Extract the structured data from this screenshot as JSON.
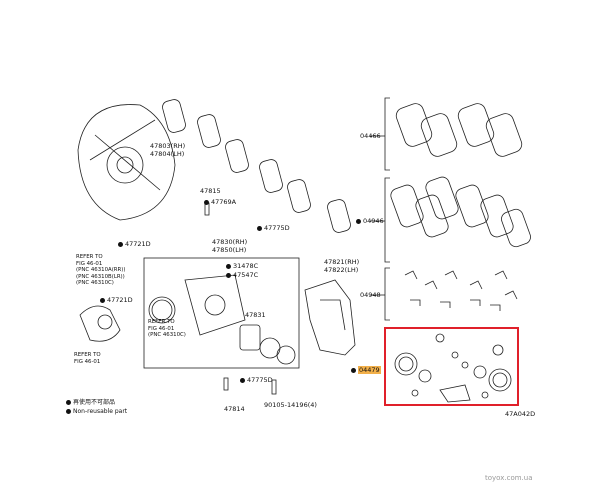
{
  "diagram": {
    "figure_code": "47A042D",
    "watermark": "toyox.com.ua",
    "legend": {
      "line1": "再使用不可部品",
      "line2": "Non-reusable part"
    },
    "parts": {
      "p04466": "04466",
      "p04946": "04946",
      "p04948": "04948",
      "p04479": "04479",
      "p47803": "47803(RH)\n47804(LH)",
      "p47815": "47815",
      "p47769A": "47769A",
      "p47775D_top": "47775D",
      "p47721D_a": "47721D",
      "p47721D_b": "47721D",
      "p47830": "47830(RH)\n47850(LH)",
      "p31478C": "31478C",
      "p47547C": "47547C",
      "p47821": "47821(RH)\n47822(LH)",
      "p47831": "47831",
      "p47775D_bot": "47775D",
      "p47814": "47814",
      "p90105": "90105-14196(4)",
      "refer_top": "REFER TO\nFIG 46-01\n(PNC 46310A(RR))\n(PNC 46310B(LR))\n(PNC 46310C)",
      "refer_mid": "REFER TO\nFIG 46-01\n(PNC 46310C)",
      "refer_bot": "REFER TO\nFIG 46-01"
    },
    "highlight_color": "#e0202a",
    "accent_color": "#f2b04a"
  }
}
